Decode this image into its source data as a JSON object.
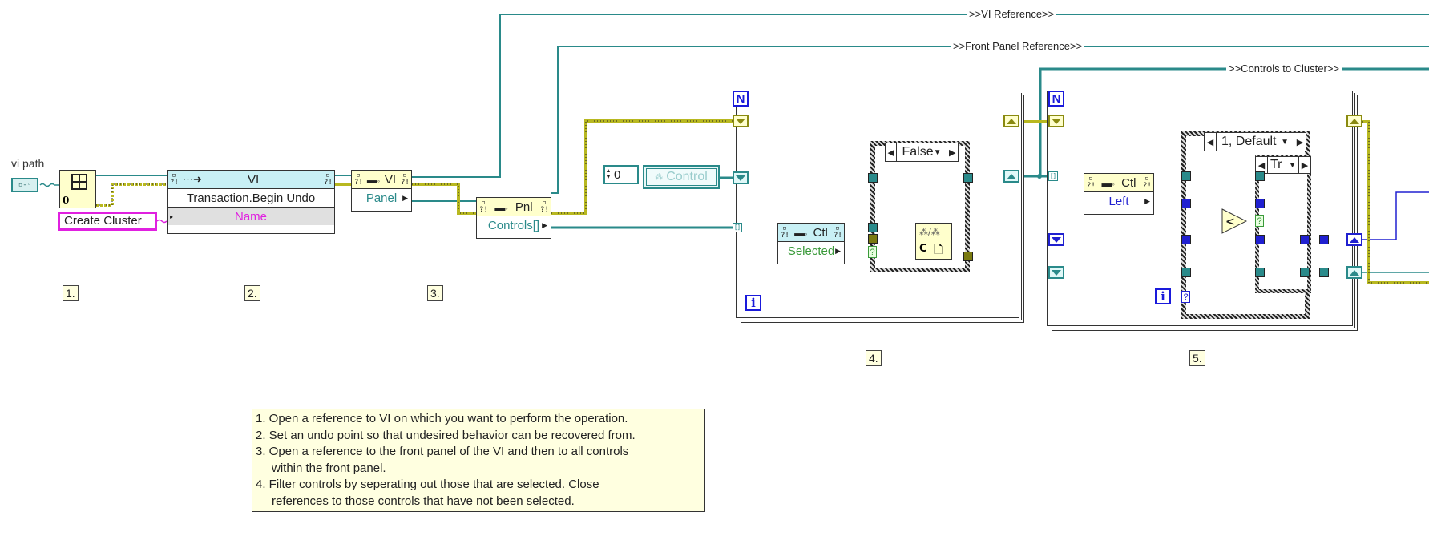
{
  "diagram": {
    "inputs": {
      "vi_path_label": "vi path",
      "create_cluster_constant": "Create Cluster",
      "numeric_constant": "0",
      "control_ref_constant": "Control"
    },
    "nodes": {
      "invoke_vi": {
        "class": "VI",
        "method": "Transaction.Begin Undo",
        "param": "Name"
      },
      "prop_vi": {
        "class": "VI",
        "property": "Panel"
      },
      "prop_pnl": {
        "class": "Pnl",
        "property": "Controls[]"
      },
      "prop_ctl_selected": {
        "class": "Ctl",
        "property": "Selected"
      },
      "prop_ctl_left": {
        "class": "Ctl",
        "property": "Left"
      }
    },
    "wire_labels": {
      "vi_reference": ">>VI Reference>>",
      "front_panel_reference": ">>Front Panel Reference>>",
      "controls_to_cluster": ">>Controls to Cluster>>"
    },
    "loops": {
      "loop4": {
        "count_terminal": "N",
        "iteration_terminal": "i",
        "case_selector": "False"
      },
      "loop5": {
        "count_terminal": "N",
        "iteration_terminal": "i",
        "case_selector": "1, Default",
        "inner_case_selector": "Tr",
        "compare_operator": "<"
      }
    },
    "step_labels": [
      "1.",
      "2.",
      "3.",
      "4.",
      "5."
    ],
    "comment_lines": [
      "1. Open a reference to VI on which you want to perform the operation.",
      "2. Set an undo point so that undesired behavior can be recovered from.",
      "3. Open a reference to the front panel of the VI and then to all controls",
      "within the front panel.",
      "4. Filter controls by seperating out those that are selected. Close",
      "references to those controls that have not been selected."
    ],
    "colors": {
      "ref_wire": "#2a8a8a",
      "error_wire": "#b8b820",
      "numeric_wire": "#2020d0",
      "string_wire": "#e020e0",
      "node_head": "#c8f0f5",
      "comment_bg": "#ffffe0"
    }
  }
}
